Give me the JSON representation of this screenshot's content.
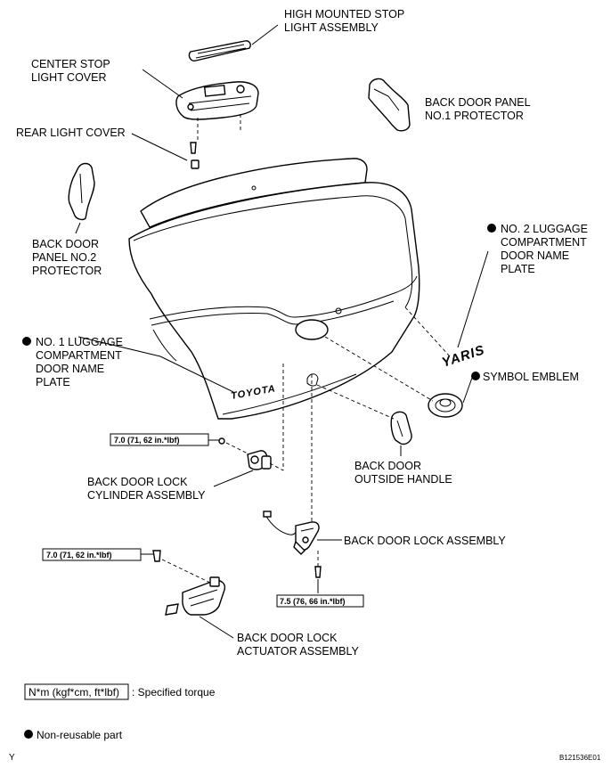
{
  "labels": {
    "high_mounted_stop_l1": "HIGH MOUNTED STOP",
    "high_mounted_stop_l2": "LIGHT ASSEMBLY",
    "center_stop_l1": "CENTER STOP",
    "center_stop_l2": "LIGHT COVER",
    "rear_light_cover": "REAR LIGHT COVER",
    "panel_no1_l1": "BACK DOOR PANEL",
    "panel_no1_l2": "NO.1 PROTECTOR",
    "panel_no2_l1": "BACK DOOR",
    "panel_no2_l2": "PANEL NO.2",
    "panel_no2_l3": "PROTECTOR",
    "name_plate_no2_l1": "NO. 2 LUGGAGE",
    "name_plate_no2_l2": "COMPARTMENT",
    "name_plate_no2_l3": "DOOR NAME",
    "name_plate_no2_l4": "PLATE",
    "name_plate_no1_l1": "NO. 1 LUGGAGE",
    "name_plate_no1_l2": "COMPARTMENT",
    "name_plate_no1_l3": "DOOR NAME",
    "name_plate_no1_l4": "PLATE",
    "symbol_emblem": "SYMBOL EMBLEM",
    "lock_cylinder_l1": "BACK DOOR LOCK",
    "lock_cylinder_l2": "CYLINDER ASSEMBLY",
    "outside_handle_l1": "BACK DOOR",
    "outside_handle_l2": "OUTSIDE HANDLE",
    "lock_assembly": "BACK DOOR LOCK ASSEMBLY",
    "actuator_l1": "BACK DOOR LOCK",
    "actuator_l2": "ACTUATOR ASSEMBLY",
    "toyota_text": "TOYOTA",
    "yaris_text": "YARIS"
  },
  "torques": {
    "lock_cylinder": "7.0 (71, 62 in.*lbf)",
    "actuator": "7.0 (71, 62 in.*lbf)",
    "lock_assembly": "7.5 (76, 66 in.*lbf)"
  },
  "legend": {
    "torque_box": "N*m (kgf*cm, ft*lbf)",
    "torque_desc": ": Specified torque",
    "nonreusable": "Non-reusable part"
  },
  "footer": {
    "corner_mark": "Y",
    "figure_id": "B121536E01"
  }
}
